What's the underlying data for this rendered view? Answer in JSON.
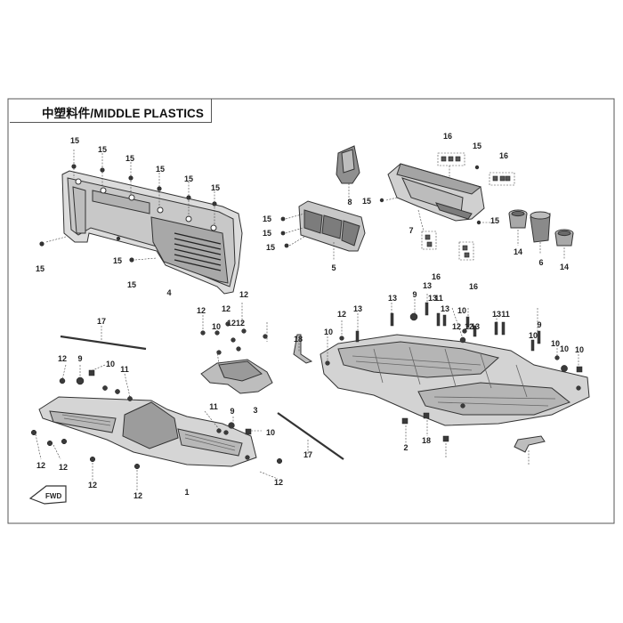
{
  "title": "中塑料件/MIDDLE PLASTICS",
  "fwd_label": "FWD",
  "colors": {
    "line": "#333333",
    "frame": "#555555",
    "part_fill": "#d9d9d9",
    "part_dark": "#8a8a8a",
    "hardware": "#3a3a3a"
  },
  "callouts": [
    {
      "id": "c15a",
      "text": "15"
    },
    {
      "id": "c15b",
      "text": "15"
    },
    {
      "id": "c15c",
      "text": "15"
    },
    {
      "id": "c15d",
      "text": "15"
    },
    {
      "id": "c15e",
      "text": "15"
    },
    {
      "id": "c15f",
      "text": "15"
    },
    {
      "id": "c15g",
      "text": "15"
    },
    {
      "id": "c15h",
      "text": "15"
    },
    {
      "id": "c15i",
      "text": "15"
    },
    {
      "id": "c4",
      "text": "4"
    },
    {
      "id": "c8",
      "text": "8"
    },
    {
      "id": "c15j",
      "text": "15"
    },
    {
      "id": "c15k",
      "text": "15"
    },
    {
      "id": "c15l",
      "text": "15"
    },
    {
      "id": "c5",
      "text": "5"
    },
    {
      "id": "c16a",
      "text": "16"
    },
    {
      "id": "c15m",
      "text": "15"
    },
    {
      "id": "c16b",
      "text": "16"
    },
    {
      "id": "c15n",
      "text": "15"
    },
    {
      "id": "c7",
      "text": "7"
    },
    {
      "id": "c16c",
      "text": "16"
    },
    {
      "id": "c16d",
      "text": "16"
    },
    {
      "id": "c15o",
      "text": "15"
    },
    {
      "id": "c14a",
      "text": "14"
    },
    {
      "id": "c6",
      "text": "6"
    },
    {
      "id": "c14b",
      "text": "14"
    },
    {
      "id": "c17a",
      "text": "17"
    },
    {
      "id": "c12a",
      "text": "12"
    },
    {
      "id": "c9a",
      "text": "9"
    },
    {
      "id": "c10a",
      "text": "10"
    },
    {
      "id": "c11a",
      "text": "11"
    },
    {
      "id": "c12b",
      "text": "12"
    },
    {
      "id": "c12c",
      "text": "12"
    },
    {
      "id": "c12d",
      "text": "12"
    },
    {
      "id": "c12e",
      "text": "12"
    },
    {
      "id": "c1",
      "text": "1"
    },
    {
      "id": "c11b",
      "text": "11"
    },
    {
      "id": "c9b",
      "text": "9"
    },
    {
      "id": "c10b",
      "text": "10"
    },
    {
      "id": "c12f",
      "text": "12"
    },
    {
      "id": "c12g",
      "text": "12"
    },
    {
      "id": "c10c",
      "text": "10"
    },
    {
      "id": "c12h",
      "text": "12"
    },
    {
      "id": "c12i",
      "text": "12"
    },
    {
      "id": "c12j",
      "text": "12"
    },
    {
      "id": "c12k",
      "text": "12"
    },
    {
      "id": "c3",
      "text": "3"
    },
    {
      "id": "c17b",
      "text": "17"
    },
    {
      "id": "c18a",
      "text": "18"
    },
    {
      "id": "c10d",
      "text": "10"
    },
    {
      "id": "c12l",
      "text": "12"
    },
    {
      "id": "c13a",
      "text": "13"
    },
    {
      "id": "c13b",
      "text": "13"
    },
    {
      "id": "c9c",
      "text": "9"
    },
    {
      "id": "c13c",
      "text": "13"
    },
    {
      "id": "c13d",
      "text": "13"
    },
    {
      "id": "c11c",
      "text": "11"
    },
    {
      "id": "c12m",
      "text": "12"
    },
    {
      "id": "c13e",
      "text": "13"
    },
    {
      "id": "c10e",
      "text": "10"
    },
    {
      "id": "c12n",
      "text": "12"
    },
    {
      "id": "c13f",
      "text": "13"
    },
    {
      "id": "c13g",
      "text": "13"
    },
    {
      "id": "c11d",
      "text": "11"
    },
    {
      "id": "c9d",
      "text": "9"
    },
    {
      "id": "c10f",
      "text": "10"
    },
    {
      "id": "c10g",
      "text": "10"
    },
    {
      "id": "c10h",
      "text": "10"
    },
    {
      "id": "c10i",
      "text": "10"
    },
    {
      "id": "c2",
      "text": "2"
    },
    {
      "id": "c18b",
      "text": "18"
    }
  ]
}
